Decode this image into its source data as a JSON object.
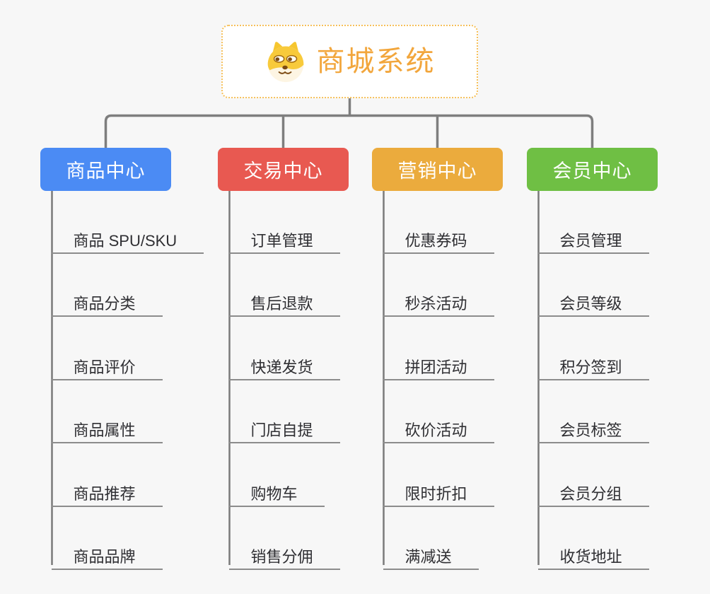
{
  "root": {
    "title": "商城系统",
    "icon": "doge-icon"
  },
  "columns": [
    {
      "label": "商品中心",
      "color": "#4b8bf4",
      "items": [
        "商品 SPU/SKU",
        "商品分类",
        "商品评价",
        "商品属性",
        "商品推荐",
        "商品品牌"
      ]
    },
    {
      "label": "交易中心",
      "color": "#e85951",
      "items": [
        "订单管理",
        "售后退款",
        "快递发货",
        "门店自提",
        "购物车",
        "销售分佣"
      ]
    },
    {
      "label": "营销中心",
      "color": "#ebab3d",
      "items": [
        "优惠券码",
        "秒杀活动",
        "拼团活动",
        "砍价活动",
        "限时折扣",
        "满减送"
      ]
    },
    {
      "label": "会员中心",
      "color": "#6fbf44",
      "items": [
        "会员管理",
        "会员等级",
        "积分签到",
        "会员标签",
        "会员分组",
        "收货地址"
      ]
    }
  ],
  "styles": {
    "background": "#f7f7f7",
    "connector_color": "#7e7e7e",
    "underline_color": "#8c8c8c",
    "root_text_color": "#f2a63c",
    "root_border_color": "#f6c05a",
    "leaf_text_color": "#2f2f33"
  }
}
